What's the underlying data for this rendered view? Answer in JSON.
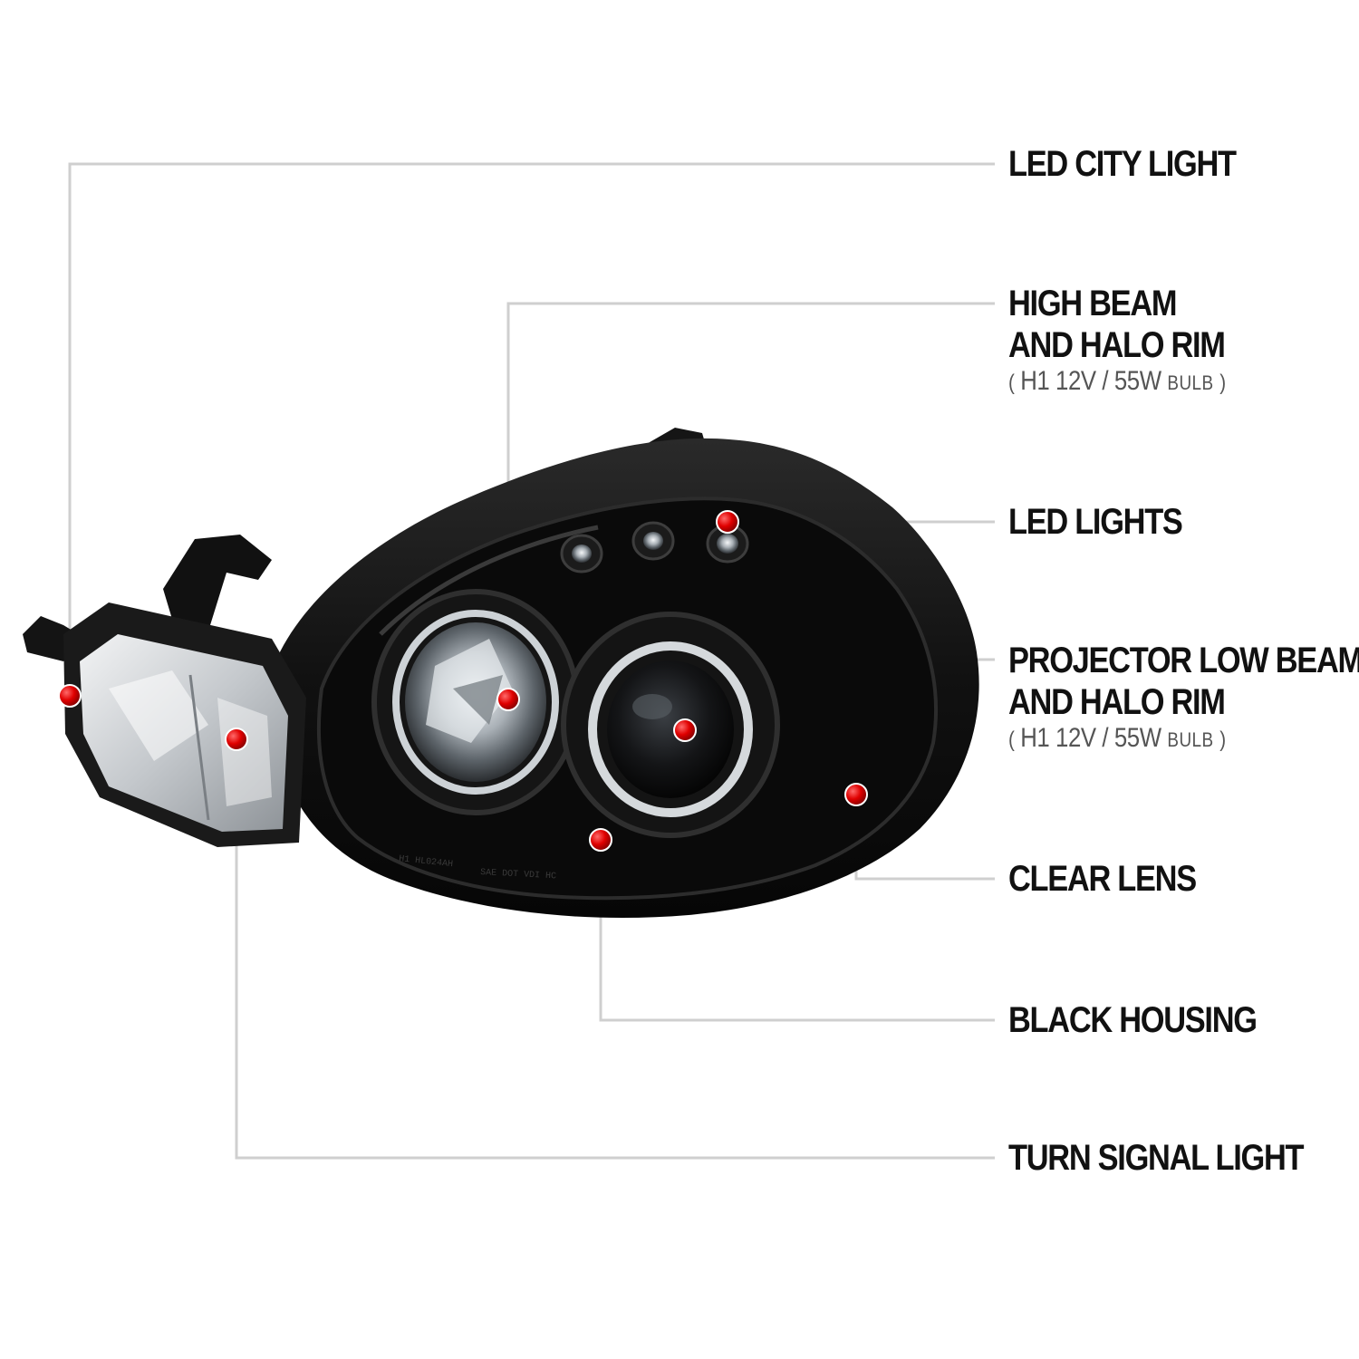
{
  "colors": {
    "accent": "#e00000",
    "leader": "#cfcfcf",
    "text": "#111111",
    "subtext": "#555555"
  },
  "icons": {
    "marker": "red-dot-icon"
  },
  "callouts": {
    "led_city_light": {
      "title": "LED CITY LIGHT"
    },
    "high_beam": {
      "line1": "HIGH BEAM",
      "line2": "AND HALO RIM",
      "spec_open": "(",
      "spec_main": "H1  12V / 55W",
      "spec_unit": "BULB",
      "spec_close": ")"
    },
    "led_lights": {
      "title": "LED LIGHTS"
    },
    "projector_low_beam": {
      "line1": "PROJECTOR LOW BEAM",
      "line2": "AND HALO RIM",
      "spec_open": "(",
      "spec_main": "H1  12V / 55W",
      "spec_unit": "BULB",
      "spec_close": ")"
    },
    "clear_lens": {
      "title": "CLEAR LENS"
    },
    "black_housing": {
      "title": "BLACK HOUSING"
    },
    "turn_signal_light": {
      "title": "TURN SIGNAL LIGHT"
    }
  },
  "housing_print": {
    "line1": "H1 HL024AH",
    "line2": "SAE DOT VDI HC"
  }
}
